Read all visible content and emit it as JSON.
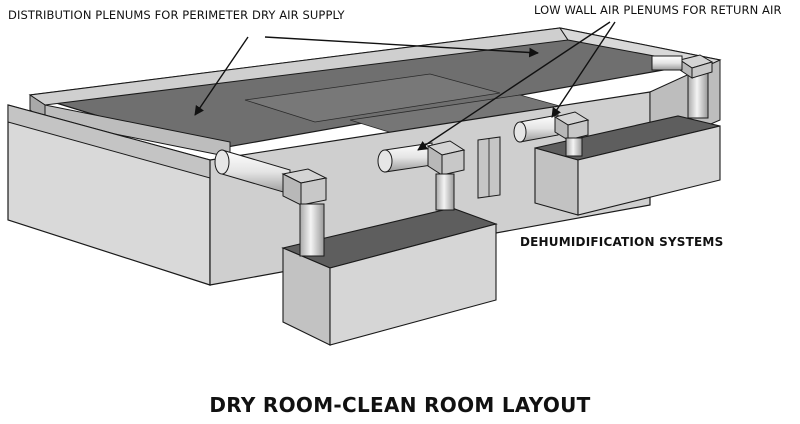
{
  "labels": {
    "distribution_plenums": "DISTRIBUTION PLENUMS FOR PERIMETER DRY AIR SUPPLY",
    "low_wall_plenums": "LOW WALL AIR PLENUMS FOR RETURN AIR",
    "dehumidification": "DEHUMIDIFICATION SYSTEMS",
    "title": "DRY ROOM-CLEAN ROOM LAYOUT"
  },
  "colors": {
    "roof": "#6f6f6f",
    "wall_top": "#c9c9c9",
    "wall_face": "#dcdcdc",
    "wall_side": "#b9b9b9",
    "unit_top": "#5e5e5e",
    "unit_face": "#d6d6d6",
    "duct_light": "#f2f2f2",
    "outline": "#1a1a1a"
  }
}
